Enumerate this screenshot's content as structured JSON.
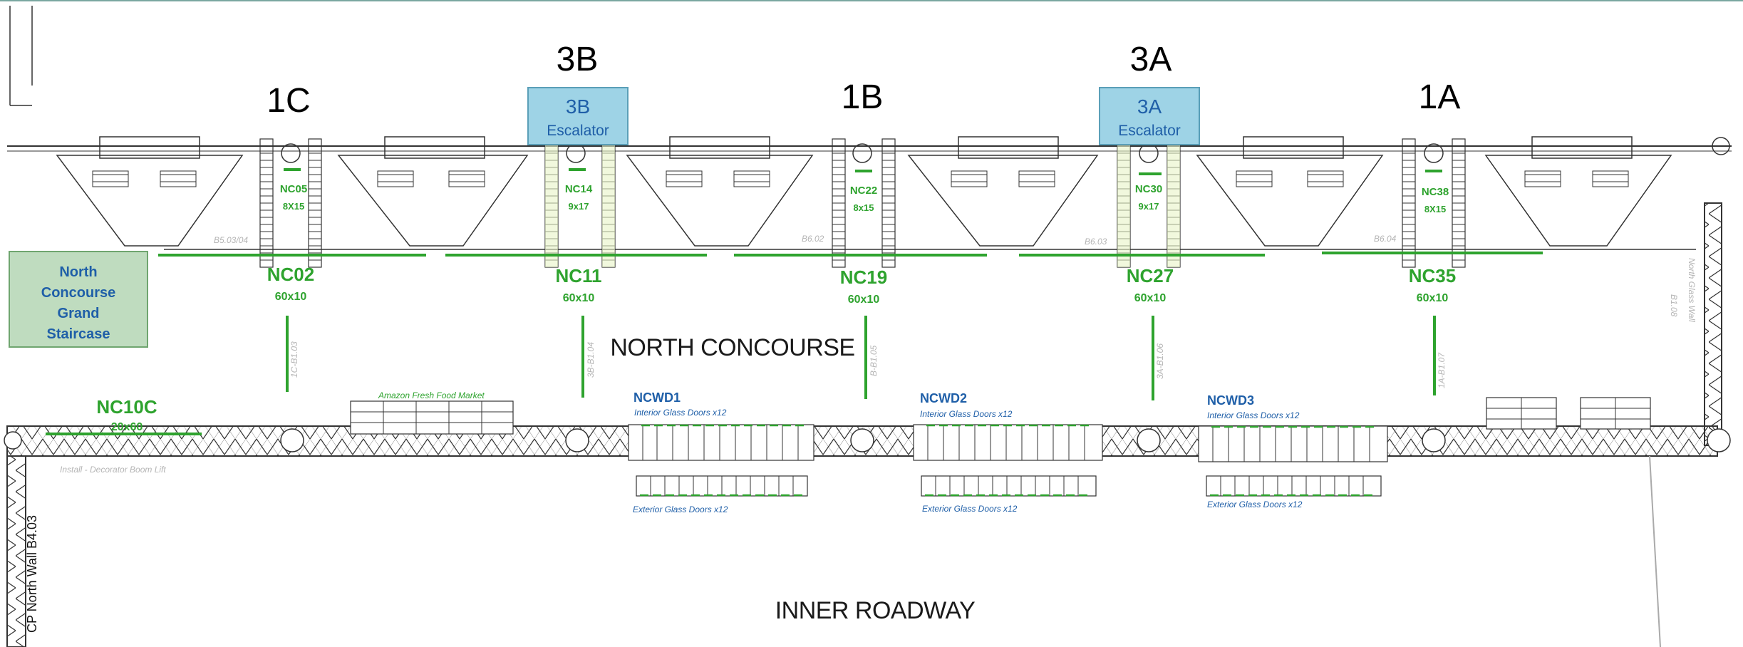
{
  "sections": [
    {
      "id": "1C",
      "label": "1C"
    },
    {
      "id": "3B",
      "label": "3B"
    },
    {
      "id": "1B",
      "label": "1B"
    },
    {
      "id": "3A",
      "label": "3A"
    },
    {
      "id": "1A",
      "label": "1A"
    }
  ],
  "escalators": [
    {
      "id": "3B",
      "title": "3B",
      "subtitle": "Escalator"
    },
    {
      "id": "3A",
      "title": "3A",
      "subtitle": "Escalator"
    }
  ],
  "small_booths": [
    {
      "code": "NC05",
      "size": "8X15"
    },
    {
      "code": "NC14",
      "size": "9x17"
    },
    {
      "code": "NC22",
      "size": "8x15"
    },
    {
      "code": "NC30",
      "size": "9x17"
    },
    {
      "code": "NC38",
      "size": "8X15"
    }
  ],
  "banners": [
    {
      "code": "NC02",
      "size": "60x10"
    },
    {
      "code": "NC11",
      "size": "60x10"
    },
    {
      "code": "NC19",
      "size": "60x10"
    },
    {
      "code": "NC27",
      "size": "60x10"
    },
    {
      "code": "NC35",
      "size": "60x10"
    },
    {
      "code": "NC10C",
      "size": "20x60"
    }
  ],
  "gridlines_horizontal": [
    "B5.03/04",
    "B6.02",
    "B6.03",
    "B6.04"
  ],
  "gridlines_vertical": [
    "1C-B1.03",
    "3B-B1.04",
    "B-B1.05",
    "3A-B1.06",
    "1A-B1.07"
  ],
  "glass_door_groups": [
    {
      "code": "NCWD1",
      "interior": "Interior Glass Doors x12",
      "exterior": "Exterior Glass Doors x12"
    },
    {
      "code": "NCWD2",
      "interior": "Interior Glass Doors x12",
      "exterior": "Exterior Glass Doors x12"
    },
    {
      "code": "NCWD3",
      "interior": "Interior Glass Doors x12",
      "exterior": "Exterior Glass Doors x12"
    }
  ],
  "areas": {
    "north_concourse": "NORTH CONCOURSE",
    "inner_roadway": "INNER ROADWAY",
    "grand_staircase": [
      "North",
      "Concourse",
      "Grand",
      "Staircase"
    ],
    "market": "Amazon Fresh Food Market",
    "boom_lift_note": "Install - Decorator Boom Lift",
    "north_glass_wall": "North Glass Wall",
    "north_glass_wall_grid": "B1.08",
    "cp_north_wall": "CP North Wall B4.03"
  },
  "colors": {
    "booth_green": "#2ea32e",
    "escalator_fill": "#9ed3e6",
    "staircase_fill": "#bfdcbf",
    "door_blue": "#1f5fa8",
    "grid_gray": "#b5b5b5"
  }
}
